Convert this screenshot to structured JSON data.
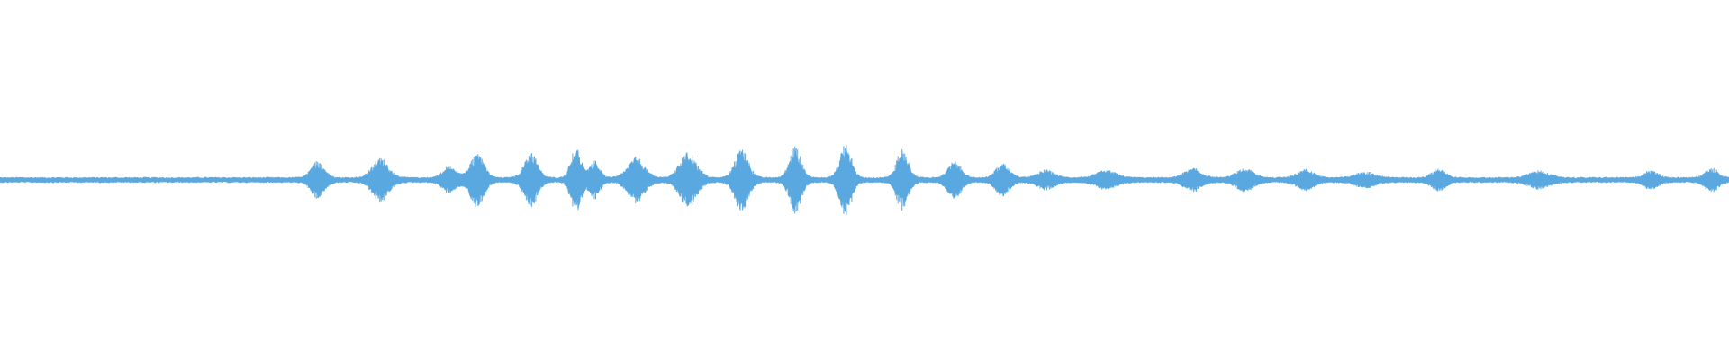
{
  "waveform": {
    "color": "#5BA8E0",
    "background": "#ffffff",
    "bursts": [
      {
        "t": 0.184,
        "a": 0.045,
        "w": 0.008
      },
      {
        "t": 0.22,
        "a": 0.05,
        "w": 0.01
      },
      {
        "t": 0.26,
        "a": 0.03,
        "w": 0.008
      },
      {
        "t": 0.276,
        "a": 0.07,
        "w": 0.008
      },
      {
        "t": 0.307,
        "a": 0.065,
        "w": 0.008
      },
      {
        "t": 0.333,
        "a": 0.085,
        "w": 0.006
      },
      {
        "t": 0.344,
        "a": 0.045,
        "w": 0.006
      },
      {
        "t": 0.368,
        "a": 0.055,
        "w": 0.01
      },
      {
        "t": 0.398,
        "a": 0.07,
        "w": 0.01
      },
      {
        "t": 0.429,
        "a": 0.08,
        "w": 0.008
      },
      {
        "t": 0.46,
        "a": 0.085,
        "w": 0.007
      },
      {
        "t": 0.489,
        "a": 0.09,
        "w": 0.007
      },
      {
        "t": 0.522,
        "a": 0.075,
        "w": 0.007
      },
      {
        "t": 0.552,
        "a": 0.045,
        "w": 0.008
      },
      {
        "t": 0.58,
        "a": 0.04,
        "w": 0.008
      },
      {
        "t": 0.605,
        "a": 0.02,
        "w": 0.01
      },
      {
        "t": 0.64,
        "a": 0.02,
        "w": 0.012
      },
      {
        "t": 0.69,
        "a": 0.025,
        "w": 0.01
      },
      {
        "t": 0.72,
        "a": 0.025,
        "w": 0.01
      },
      {
        "t": 0.755,
        "a": 0.022,
        "w": 0.01
      },
      {
        "t": 0.79,
        "a": 0.015,
        "w": 0.012
      },
      {
        "t": 0.832,
        "a": 0.025,
        "w": 0.008
      },
      {
        "t": 0.89,
        "a": 0.018,
        "w": 0.012
      },
      {
        "t": 0.955,
        "a": 0.02,
        "w": 0.008
      },
      {
        "t": 0.99,
        "a": 0.025,
        "w": 0.008
      }
    ],
    "baseline_amplitude": 0.008
  }
}
